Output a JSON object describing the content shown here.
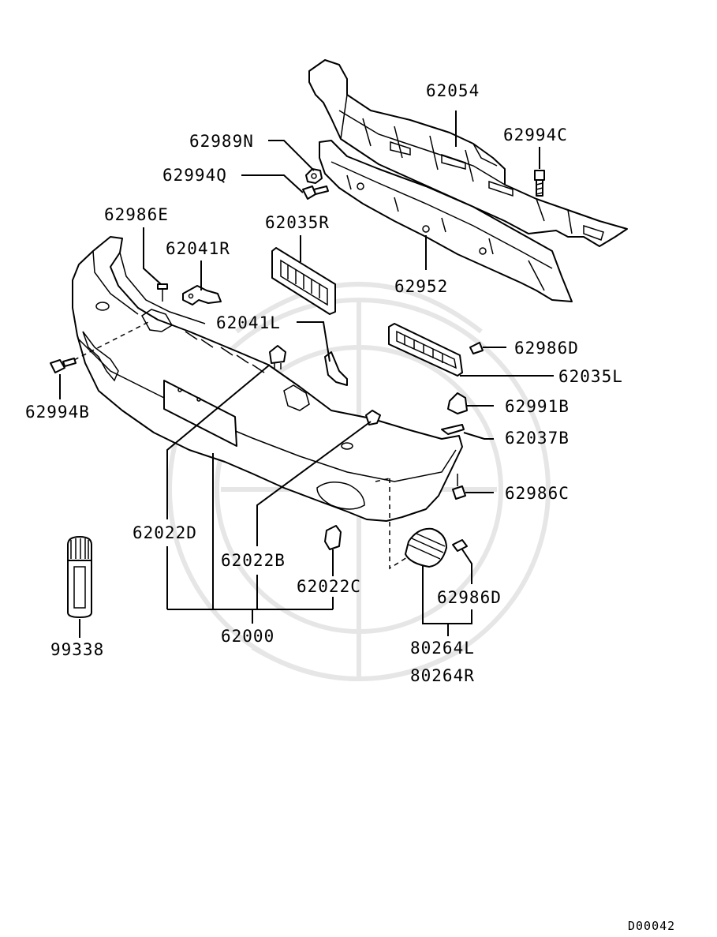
{
  "diagram": {
    "labels": {
      "p62054": "62054",
      "p62994C": "62994C",
      "p62989N": "62989N",
      "p62994Q": "62994Q",
      "p62986E": "62986E",
      "p62035R": "62035R",
      "p62041R": "62041R",
      "p62952": "62952",
      "p62041L": "62041L",
      "p62986D_top": "62986D",
      "p62035L": "62035L",
      "p62994B": "62994B",
      "p62991B": "62991B",
      "p62037B": "62037B",
      "p62986C": "62986C",
      "p62022D": "62022D",
      "p62022B": "62022B",
      "p62022C": "62022C",
      "p62986D_bottom": "62986D",
      "p62000": "62000",
      "p99338": "99338",
      "p80264L": "80264L",
      "p80264R": "80264R"
    },
    "diagram_code": "D00042"
  }
}
